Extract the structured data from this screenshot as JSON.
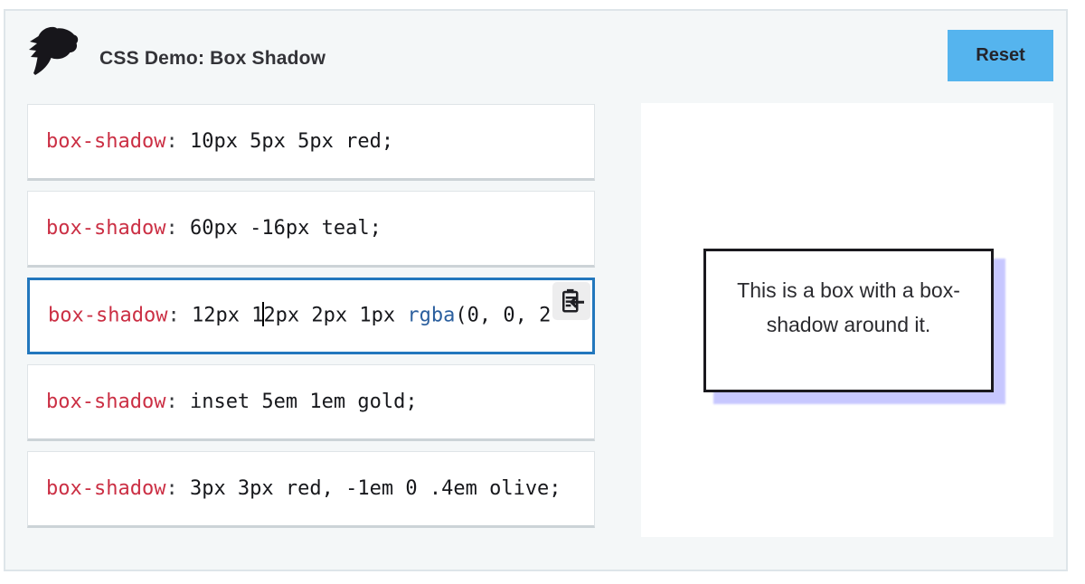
{
  "header": {
    "title": "CSS Demo: Box Shadow",
    "reset_label": "Reset",
    "logo_icon": "mdn-dino-icon"
  },
  "editor": {
    "active_row_index": 2,
    "rows": [
      {
        "property": "box-shadow",
        "separator": ": ",
        "value": "10px 5px 5px red;"
      },
      {
        "property": "box-shadow",
        "separator": ": ",
        "value": "60px -16px teal;"
      },
      {
        "property": "box-shadow",
        "separator": ": ",
        "value_before_caret": "12px 1",
        "value_after_caret": "2px 2px 1px ",
        "function_name": "rgba",
        "function_args": "(0, 0, 2",
        "selected": true,
        "copy_icon": "clipboard-paste-icon",
        "indicator_icon": "active-rule-arrow-icon"
      },
      {
        "property": "box-shadow",
        "separator": ": ",
        "value": "inset 5em 1em gold;"
      },
      {
        "property": "box-shadow",
        "separator": ": ",
        "value": "3px 3px red, -1em 0 .4em olive;"
      }
    ]
  },
  "preview": {
    "box_text": "This is a box with a box-shadow around it.",
    "box_shadow_css": "12px 12px 2px 1px rgba(0, 0, 255, 0.22)"
  },
  "colors": {
    "app_background": "#f4f7f8",
    "reset_button_blue": "#55b4ee",
    "selection_blue": "#2277bd",
    "property_red": "#cb2f44",
    "function_blue": "#2b5f9e",
    "shadow_lavender": "rgba(0, 0, 255, 0.22)"
  }
}
